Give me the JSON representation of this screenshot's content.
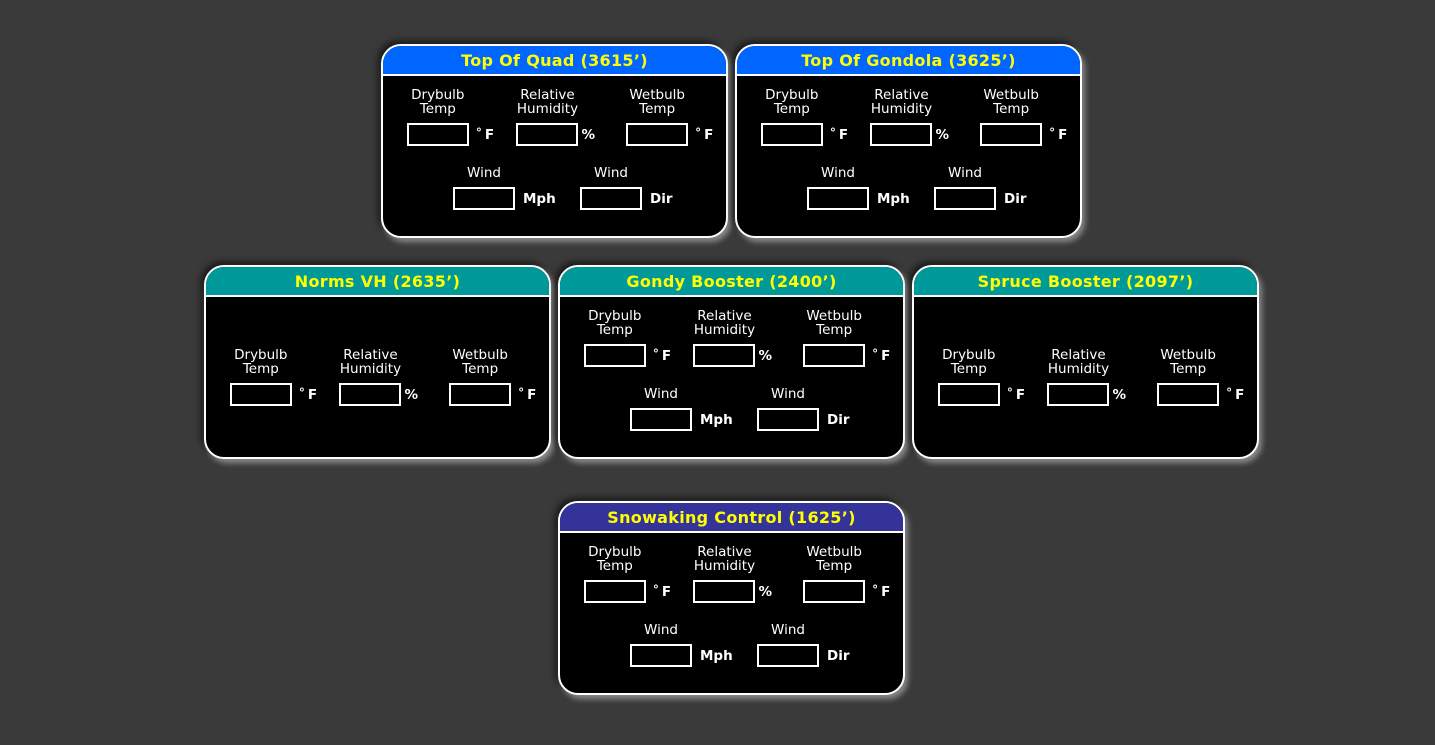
{
  "page": {
    "background": "#3a3a3a"
  },
  "panel": {
    "body_bg": "#000000",
    "border_color": "#ffffff",
    "title_color": "#ffff00"
  },
  "field_labels": {
    "drybulb": [
      "Drybulb",
      "Temp"
    ],
    "humidity": [
      "Relative",
      "Humidity"
    ],
    "wetbulb": [
      "Wetbulb",
      "Temp"
    ],
    "wind": "Wind"
  },
  "units": {
    "degree": "°",
    "fahrenheit": "F",
    "percent": "%",
    "mph": "Mph",
    "dir": "Dir"
  },
  "stations": [
    {
      "title": "Top Of Quad (3615’)",
      "header_color": "#0066ff",
      "has_wind": true,
      "inputs": {
        "drybulb": "",
        "humidity": "",
        "wetbulb": "",
        "wind_mph": "",
        "wind_dir": ""
      }
    },
    {
      "title": "Top Of Gondola (3625’)",
      "header_color": "#0066ff",
      "has_wind": true,
      "inputs": {
        "drybulb": "",
        "humidity": "",
        "wetbulb": "",
        "wind_mph": "",
        "wind_dir": ""
      }
    },
    {
      "title": "Norms VH (2635’)",
      "header_color": "#009999",
      "has_wind": false,
      "inputs": {
        "drybulb": "",
        "humidity": "",
        "wetbulb": ""
      }
    },
    {
      "title": "Gondy Booster (2400’)",
      "header_color": "#009999",
      "has_wind": true,
      "inputs": {
        "drybulb": "",
        "humidity": "",
        "wetbulb": "",
        "wind_mph": "",
        "wind_dir": ""
      }
    },
    {
      "title": "Spruce Booster (2097’)",
      "header_color": "#009999",
      "has_wind": false,
      "inputs": {
        "drybulb": "",
        "humidity": "",
        "wetbulb": ""
      }
    },
    {
      "title": "Snowaking Control (1625’)",
      "header_color": "#333399",
      "has_wind": true,
      "inputs": {
        "drybulb": "",
        "humidity": "",
        "wetbulb": "",
        "wind_mph": "",
        "wind_dir": ""
      }
    }
  ]
}
